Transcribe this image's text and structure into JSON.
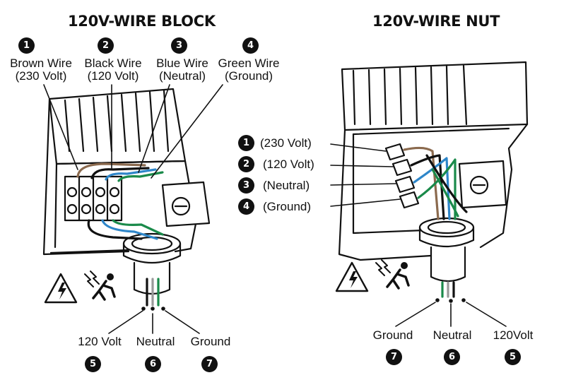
{
  "left": {
    "title": "120V-WIRE BLOCK",
    "wires": [
      {
        "number": "1",
        "name": "Brown Wire",
        "spec": "(230 Volt)",
        "color": "#8b6a4e"
      },
      {
        "number": "2",
        "name": "Black Wire",
        "spec": "(120 Volt)",
        "color": "#111111"
      },
      {
        "number": "3",
        "name": "Blue Wire",
        "spec": "(Neutral)",
        "color": "#2e86c9"
      },
      {
        "number": "4",
        "name": "Green Wire",
        "spec": "(Ground)",
        "color": "#1a8a4a"
      }
    ],
    "bottom": [
      {
        "number": "5",
        "label": "120 Volt"
      },
      {
        "number": "6",
        "label": "Neutral"
      },
      {
        "number": "7",
        "label": "Ground"
      }
    ]
  },
  "right": {
    "title": "120V-WIRE NUT",
    "wires": [
      {
        "number": "1",
        "spec": "(230 Volt)"
      },
      {
        "number": "2",
        "spec": "(120 Volt)"
      },
      {
        "number": "3",
        "spec": "(Neutral)"
      },
      {
        "number": "4",
        "spec": "(Ground)"
      }
    ],
    "bottom": [
      {
        "number": "7",
        "label": "Ground"
      },
      {
        "number": "6",
        "label": "Neutral"
      },
      {
        "number": "5",
        "label": "120Volt"
      }
    ]
  },
  "colors": {
    "brown": "#8b6a4e",
    "black": "#111111",
    "blue": "#2e86c9",
    "green": "#1a8a4a"
  },
  "icons": [
    "electric-hazard-warning-icon",
    "electrocution-person-icon"
  ]
}
